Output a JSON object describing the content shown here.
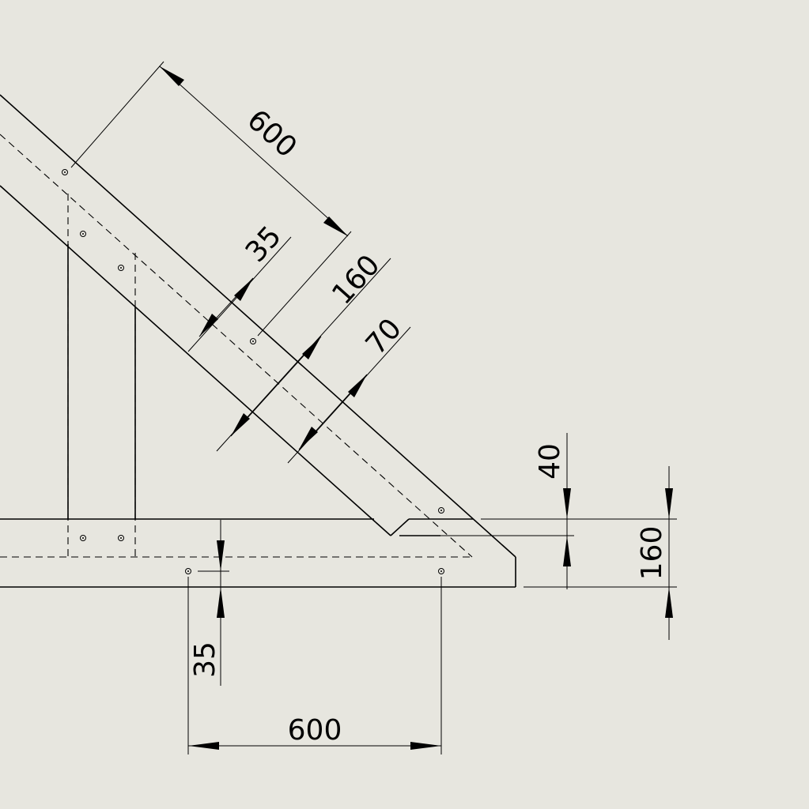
{
  "dimensions": {
    "diag_length": "600",
    "diag_offset": "35",
    "diag_width": "160",
    "diag_inner": "70",
    "vert_40": "40",
    "vert_160": "160",
    "bottom_35": "35",
    "bottom_600": "600"
  },
  "colors": {
    "background": "#e7e6df",
    "line": "#000000"
  }
}
